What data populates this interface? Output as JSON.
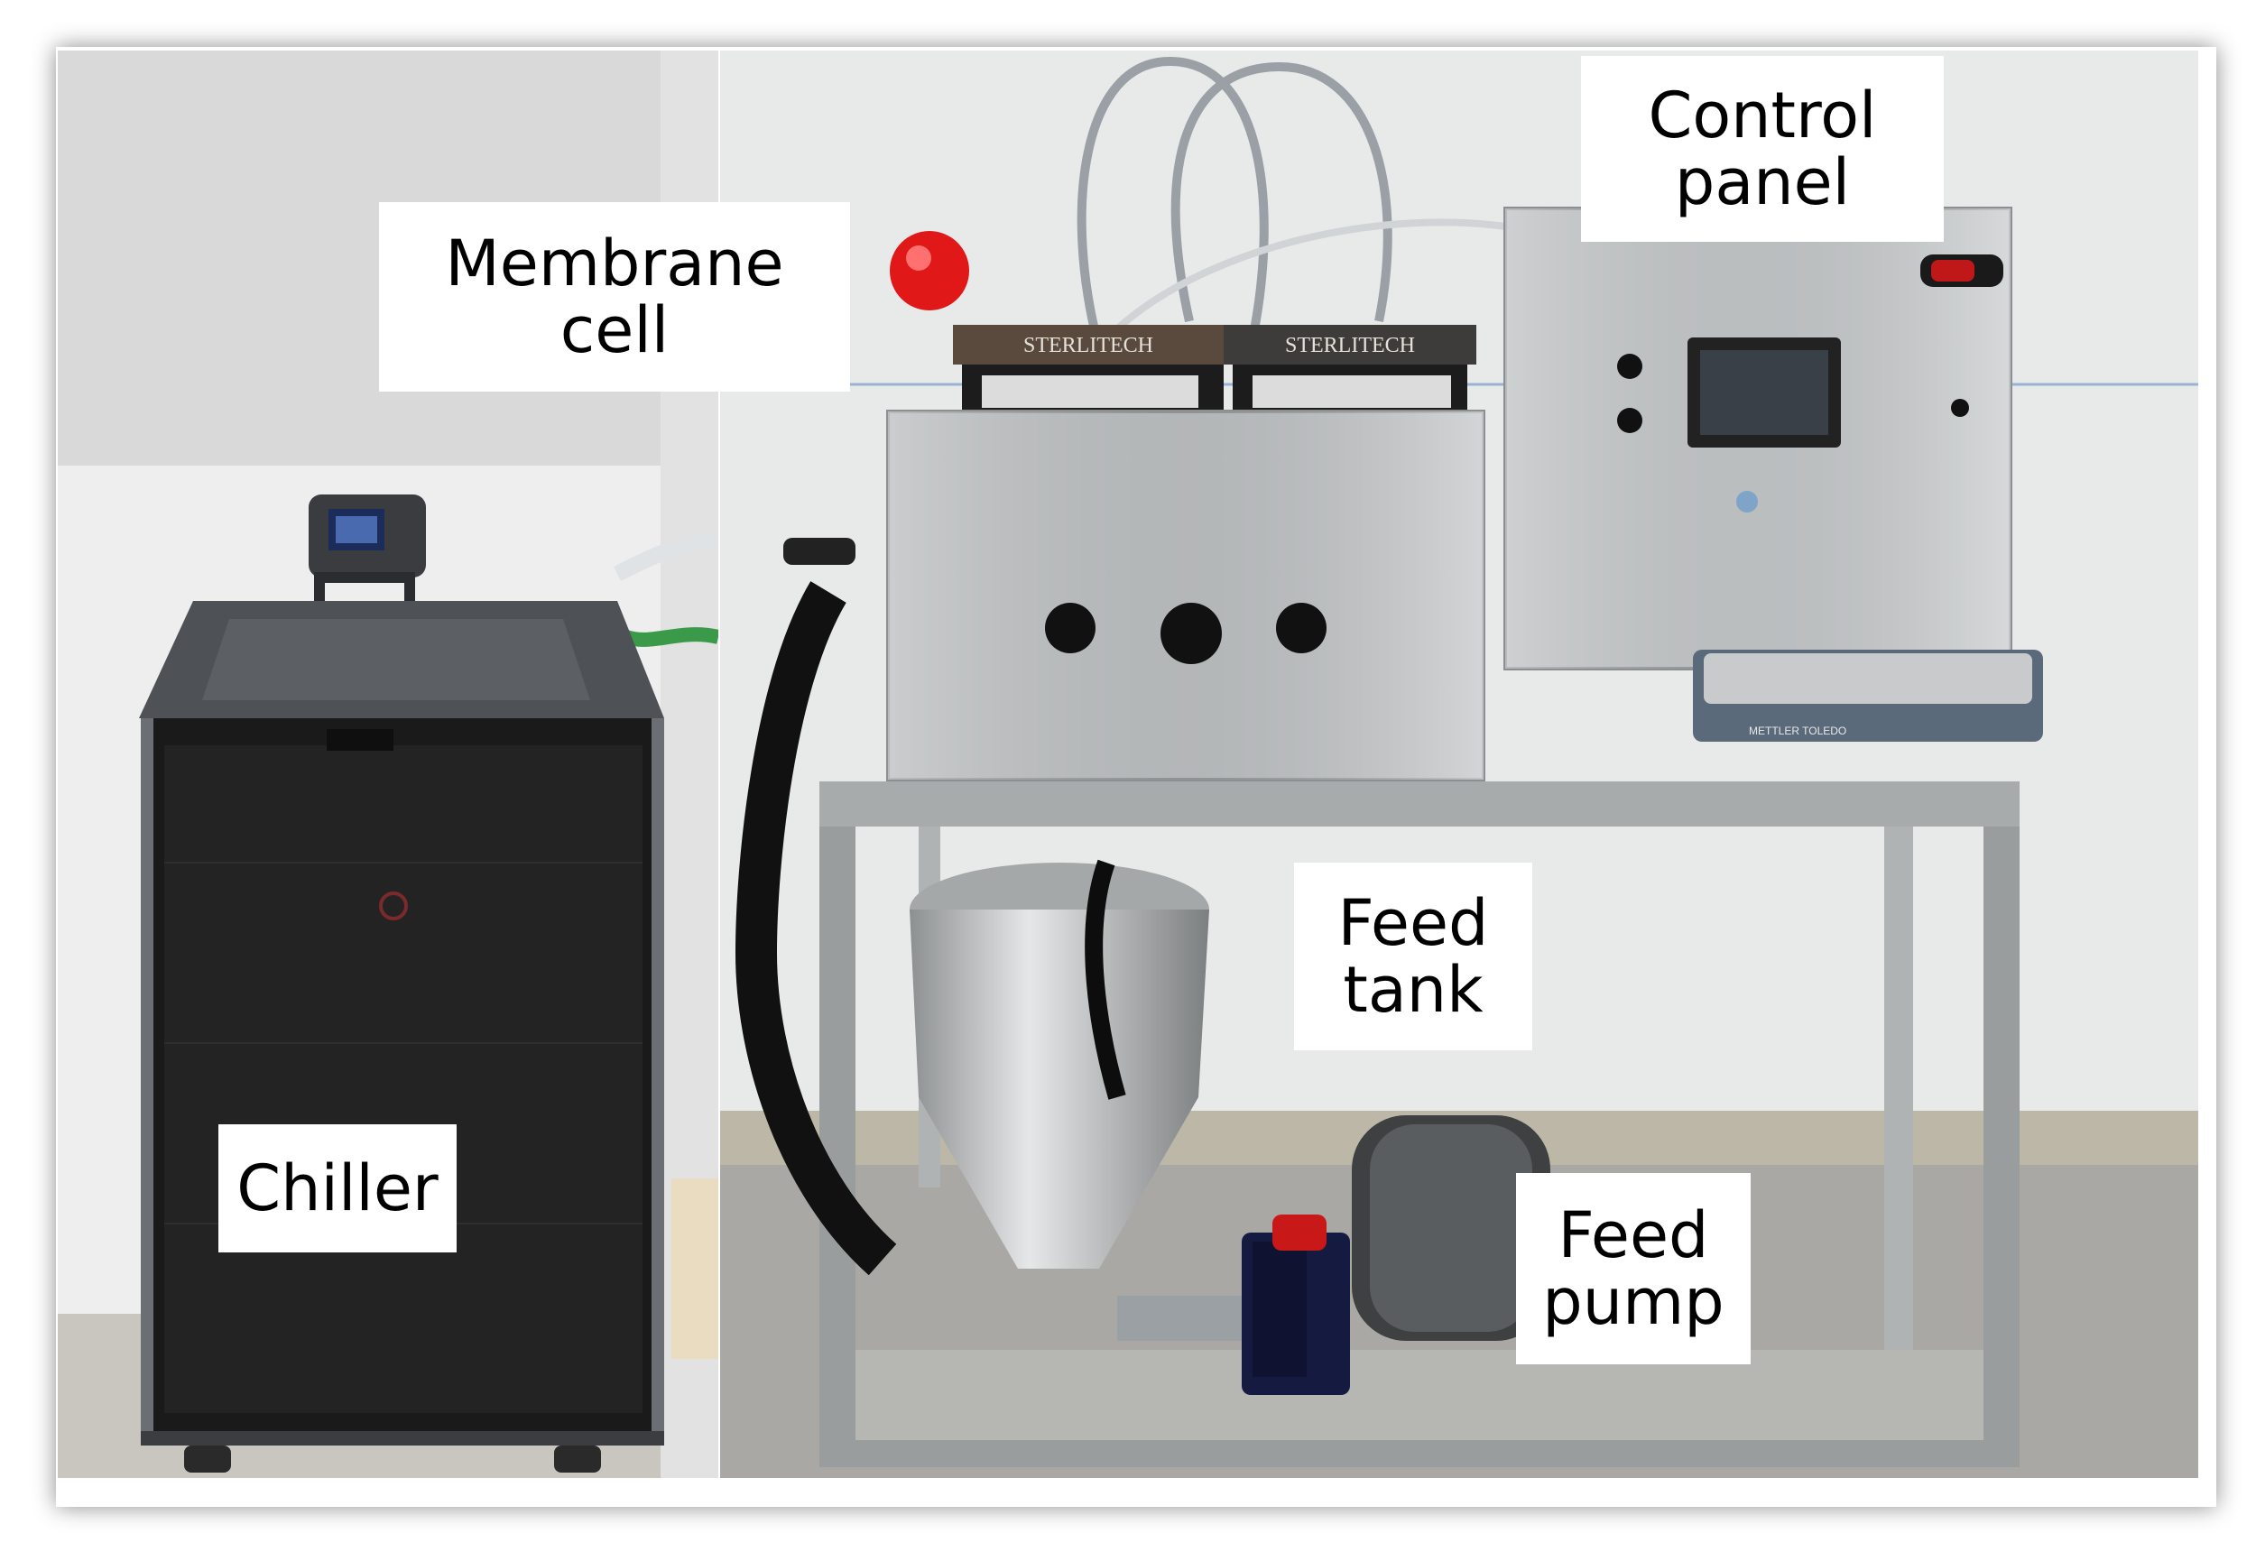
{
  "labels": {
    "membrane_cell": {
      "line1": "Membrane",
      "line2": "cell"
    },
    "control_panel": {
      "line1": "Control",
      "line2": "panel"
    },
    "chiller": "Chiller",
    "feed_tank": {
      "line1": "Feed",
      "line2": "tank"
    },
    "feed_pump": {
      "line1": "Feed",
      "line2": "pump"
    }
  },
  "equipment_text": {
    "sterlitech_left": "STERLITECH",
    "sterlitech_right": "STERLITECH",
    "scale_brand": "METTLER TOLEDO"
  }
}
